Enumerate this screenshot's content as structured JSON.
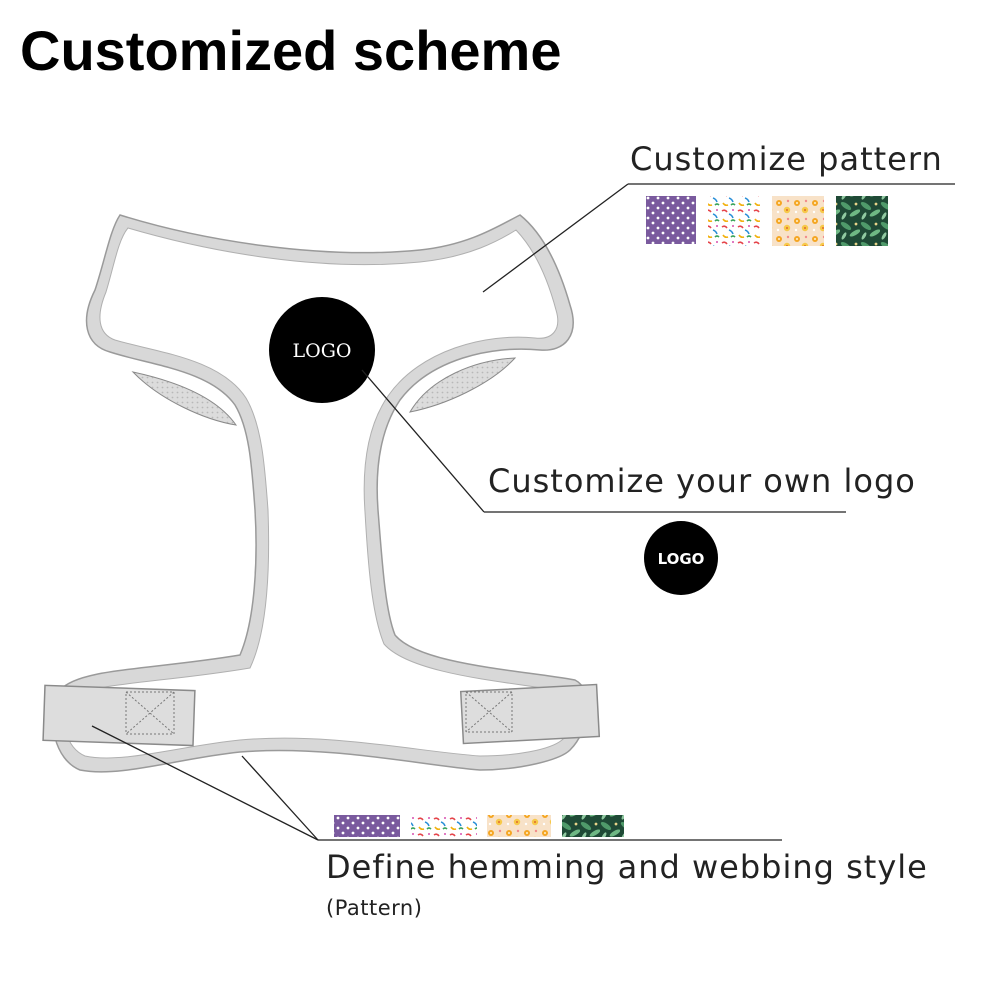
{
  "title": "Customized scheme",
  "labels": {
    "pattern": "Customize pattern",
    "logo": "Customize your own logo",
    "hemming": "Define hemming and webbing style",
    "hemming_sub": "(Pattern)"
  },
  "logo_badges": {
    "main": "LOGO",
    "sample": "LOGO"
  },
  "swatches": [
    {
      "name": "polka-dot",
      "base": "#7a5a9e"
    },
    {
      "name": "confetti",
      "base": "#ffffff"
    },
    {
      "name": "floral",
      "base": "#f6dcc0"
    },
    {
      "name": "tropical-leaves",
      "base": "#2e5e46"
    }
  ]
}
